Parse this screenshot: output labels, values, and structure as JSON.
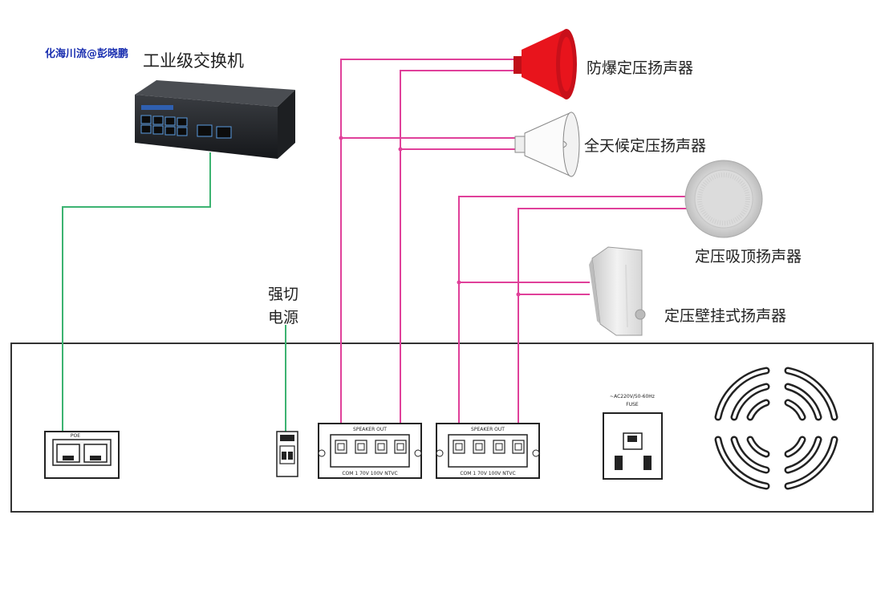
{
  "watermark": "化海川流@彭晓鹏",
  "labels": {
    "switch": "工业级交换机",
    "speaker_explosion": "防爆定压扬声器",
    "speaker_weather": "全天候定压扬声器",
    "speaker_ceiling": "定压吸顶扬声器",
    "speaker_wall": "定压壁挂式扬声器",
    "power_line1": "强切",
    "power_line2": "电源"
  },
  "panel": {
    "poe_label": "POE",
    "speaker_out_label": "SPEAKER OUT",
    "terminal_labels": "COM 1 70V 100V NTVC",
    "fuse_label": "~AC220V/50-60Hz",
    "fuse_sub": "FUSE"
  },
  "colors": {
    "speaker_wire": "#e0409a",
    "network_wire": "#3cb371",
    "horn_red": "#e8141c",
    "outline": "#333333"
  }
}
